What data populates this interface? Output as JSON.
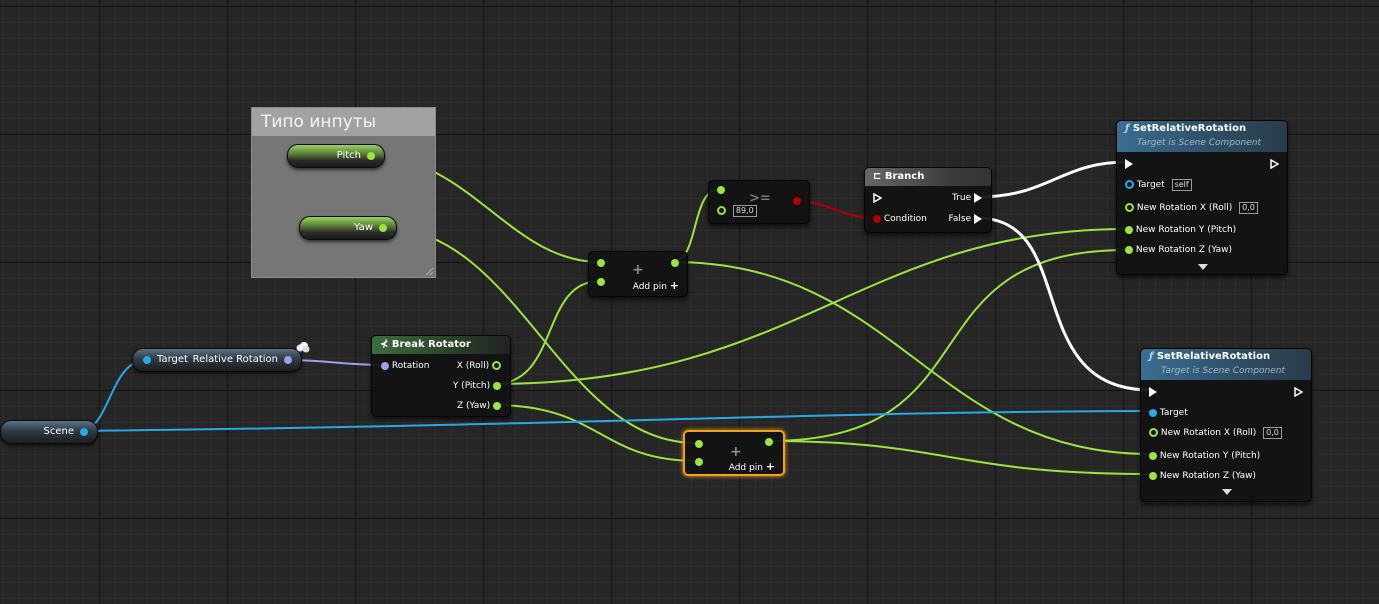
{
  "comment": {
    "title": "Типо инпуты"
  },
  "vars": {
    "pitch": "Pitch",
    "yaw": "Yaw",
    "scene": "Scene"
  },
  "get_rotation": {
    "target": "Target",
    "output": "Relative Rotation"
  },
  "break_rotator": {
    "title": "Break Rotator",
    "input": "Rotation",
    "out_x": "X (Roll)",
    "out_y": "Y (Pitch)",
    "out_z": "Z (Yaw)"
  },
  "add_node_1": {
    "add_pin": "Add pin",
    "plus": "+"
  },
  "add_node_2": {
    "add_pin": "Add pin",
    "plus": "+"
  },
  "compare": {
    "value": "89,0",
    "op": ">="
  },
  "branch": {
    "title": "Branch",
    "condition": "Condition",
    "true": "True",
    "false": "False"
  },
  "set_rot_1": {
    "title": "SetRelativeRotation",
    "subtitle": "Target is Scene Component",
    "target": "Target",
    "target_value": "self",
    "x": "New Rotation X (Roll)",
    "x_value": "0,0",
    "y": "New Rotation Y (Pitch)",
    "z": "New Rotation Z (Yaw)"
  },
  "set_rot_2": {
    "title": "SetRelativeRotation",
    "subtitle": "Target is Scene Component",
    "target": "Target",
    "x": "New Rotation X (Roll)",
    "x_value": "0,0",
    "y": "New Rotation Y (Pitch)",
    "z": "New Rotation Z (Yaw)"
  },
  "colors": {
    "float": "#9be440",
    "object": "#2aa8e6",
    "struct": "#9aa2e6",
    "bool": "#b00000",
    "exec": "#ffffff",
    "selection": "#f1a21a"
  }
}
